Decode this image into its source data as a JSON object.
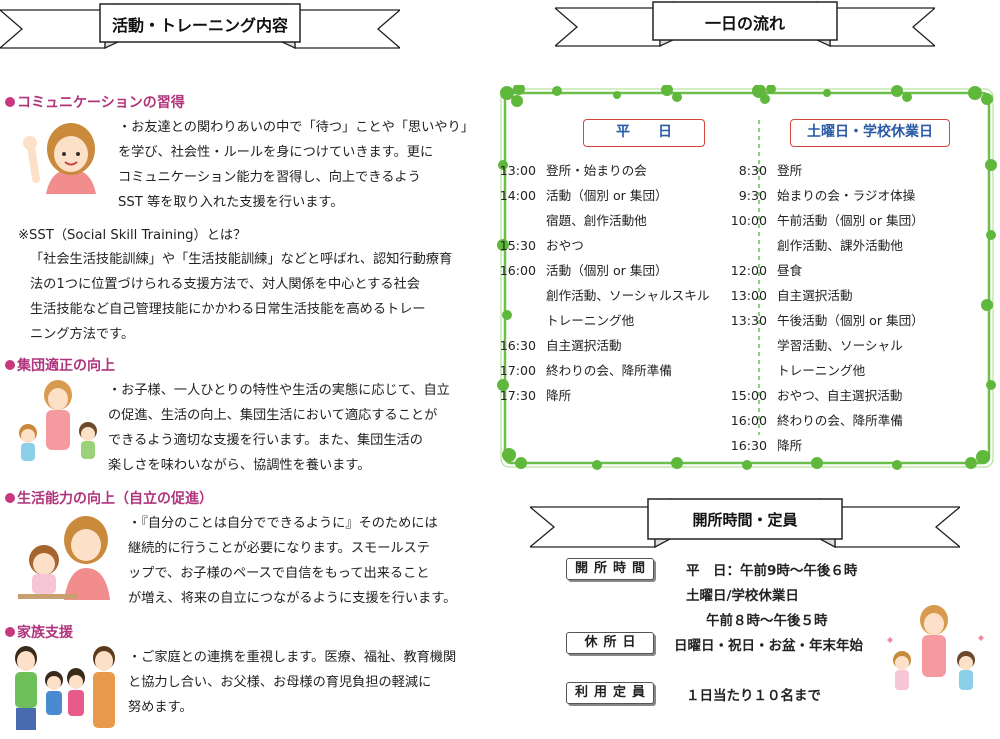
{
  "left": {
    "banner": "活動・トレーニング内容",
    "sections": [
      {
        "heading": "コミュニケーションの習得",
        "body": "・お友達との関わりあいの中で「待つ」ことや「思いやり」\nを学び、社会性・ルールを身につけていきます。更に\nコミュニケーション能力を習得し、向上できるよう\nSST 等を取り入れた支援を行います。"
      },
      {
        "note_title": "※SST（Social Skill Training）とは？",
        "note_body": "「社会生活技能訓練」や「生活技能訓練」などと呼ばれ、認知行動療育\n法の1つに位置づけられる支援方法で、対人関係を中心とする社会\n生活技能など自己管理技能にかかわる日常生活技能を高めるトレー\nニング方法です。"
      },
      {
        "heading": "集団適正の向上",
        "body": "・お子様、一人ひとりの特性や生活の実態に応じて、自立\nの促進、生活の向上、集団生活において適応することが\nできるよう適切な支援を行います。また、集団生活の\n楽しさを味わいながら、協調性を養います。"
      },
      {
        "heading": "生活能力の向上（自立の促進）",
        "body": "・『自分のことは自分でできるように』そのためには\n継続的に行うことが必要になります。スモールステ\nップで、お子様のペースで自信をもって出来ること\nが増え、将来の自立につながるように支援を行います。"
      },
      {
        "heading": "家族支援",
        "body": "・ご家庭との連携を重視します。医療、福祉、教育機関\nと協力し合い、お父様、お母様の育児負担の軽減に\n努めます。"
      }
    ]
  },
  "schedule": {
    "banner": "一日の流れ",
    "weekday": {
      "title": "平　　日",
      "rows": [
        {
          "t": "13:00",
          "d": "登所・始まりの会"
        },
        {
          "t": "14:00",
          "d": "活動（個別 or 集団）"
        },
        {
          "t": "",
          "d": "宿題、創作活動他"
        },
        {
          "t": "15:30",
          "d": "おやつ"
        },
        {
          "t": "16:00",
          "d": "活動（個別 or 集団）"
        },
        {
          "t": "",
          "d": "創作活動、ソーシャルスキル"
        },
        {
          "t": "",
          "d": "トレーニング他"
        },
        {
          "t": "16:30",
          "d": "自主選択活動"
        },
        {
          "t": "17:00",
          "d": "終わりの会、降所準備"
        },
        {
          "t": "17:30",
          "d": "降所"
        }
      ]
    },
    "holiday": {
      "title": "土曜日・学校休業日",
      "rows": [
        {
          "t": "8:30",
          "d": "登所"
        },
        {
          "t": "9:30",
          "d": "始まりの会・ラジオ体操"
        },
        {
          "t": "10:00",
          "d": "午前活動（個別 or 集団）"
        },
        {
          "t": "",
          "d": "創作活動、課外活動他"
        },
        {
          "t": "12:00",
          "d": "昼食"
        },
        {
          "t": "13:00",
          "d": "自主選択活動"
        },
        {
          "t": "13:30",
          "d": "午後活動（個別 or 集団）"
        },
        {
          "t": "",
          "d": "学習活動、ソーシャル"
        },
        {
          "t": "",
          "d": "トレーニング他"
        },
        {
          "t": "15:00",
          "d": "おやつ、自主選択活動"
        },
        {
          "t": "16:00",
          "d": "終わりの会、降所準備"
        },
        {
          "t": "16:30",
          "d": "降所"
        }
      ]
    }
  },
  "info": {
    "banner": "開所時間・定員",
    "hours_label": "開所時間",
    "hours_line1": "平　日：午前9時～午後６時",
    "hours_line2": "土曜日/学校休業日",
    "hours_line3": "午前８時～午後５時",
    "closed_label": "休所日",
    "closed_value": "日曜日・祝日・お盆・年末年始",
    "capacity_label": "利用定員",
    "capacity_value": "１日当たり１０名まで"
  },
  "colors": {
    "heading_pink": "#b0347c",
    "title_blue": "#2b5aa6",
    "title_border_red": "#d8453f",
    "vine_green": "#6cc04a"
  }
}
